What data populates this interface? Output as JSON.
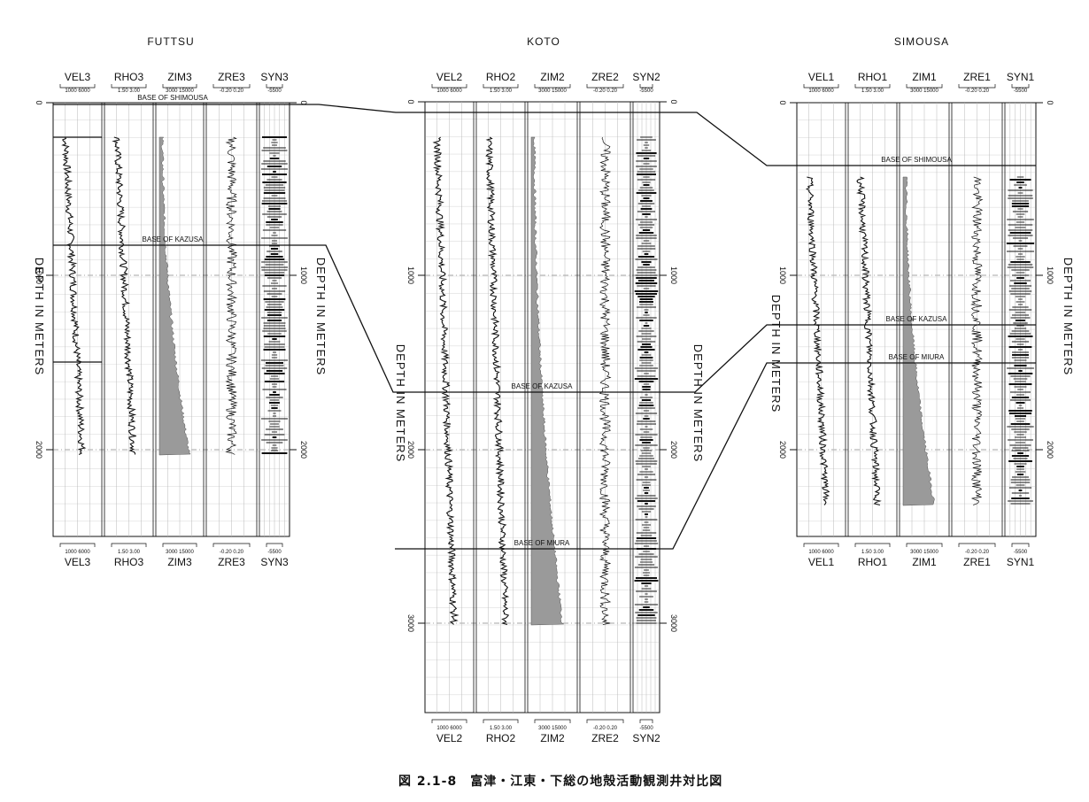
{
  "wells": [
    {
      "id": "futtsu",
      "title": "FUTTSU",
      "depth_axis_label": "DEPTH IN METERS",
      "depth_ticks": [
        "0",
        "1000",
        "2000"
      ],
      "tracks": [
        {
          "name": "VEL3",
          "scale": "1000 6000"
        },
        {
          "name": "RHO3",
          "scale": "1.50 3.00"
        },
        {
          "name": "ZIM3",
          "scale": "3000 15000"
        },
        {
          "name": "ZRE3",
          "scale": "-0.20 0.20"
        },
        {
          "name": "SYN3",
          "scale": "-5500"
        }
      ],
      "horizons": [
        {
          "label": "BASE OF SHIMOUSA"
        },
        {
          "label": "BASE OF KAZUSA"
        }
      ]
    },
    {
      "id": "koto",
      "title": "KOTO",
      "depth_axis_label": "DEPTH IN METERS",
      "depth_ticks": [
        "0",
        "1000",
        "2000",
        "3000"
      ],
      "tracks": [
        {
          "name": "VEL2",
          "scale": "1000 6000"
        },
        {
          "name": "RHO2",
          "scale": "1.50 3.00"
        },
        {
          "name": "ZIM2",
          "scale": "3000 15000"
        },
        {
          "name": "ZRE2",
          "scale": "-0.20 0.20"
        },
        {
          "name": "SYN2",
          "scale": "-5500"
        }
      ],
      "horizons": [
        {
          "label": "BASE OF KAZUSA"
        },
        {
          "label": "BASE OF MIURA"
        }
      ]
    },
    {
      "id": "simousa",
      "title": "SIMOUSA",
      "depth_axis_label": "DEPTH IN METERS",
      "depth_ticks": [
        "0",
        "1000",
        "2000"
      ],
      "tracks": [
        {
          "name": "VEL1",
          "scale": "1000 6000"
        },
        {
          "name": "RHO1",
          "scale": "1.50 3.00"
        },
        {
          "name": "ZIM1",
          "scale": "3000 15000"
        },
        {
          "name": "ZRE1",
          "scale": "-0.20 0.20"
        },
        {
          "name": "SYN1",
          "scale": "-5500"
        }
      ],
      "horizons": [
        {
          "label": "BASE OF SHIMOUSA"
        },
        {
          "label": "BASE OF KAZUSA"
        },
        {
          "label": "BASE OF MIURA"
        }
      ]
    }
  ],
  "caption": "図 2.1-8　富津・江東・下総の地殻活動観測井対比図",
  "colors": {
    "line": "#111111",
    "grid": "#b8b8b8",
    "fill": "#9a9a9a"
  }
}
